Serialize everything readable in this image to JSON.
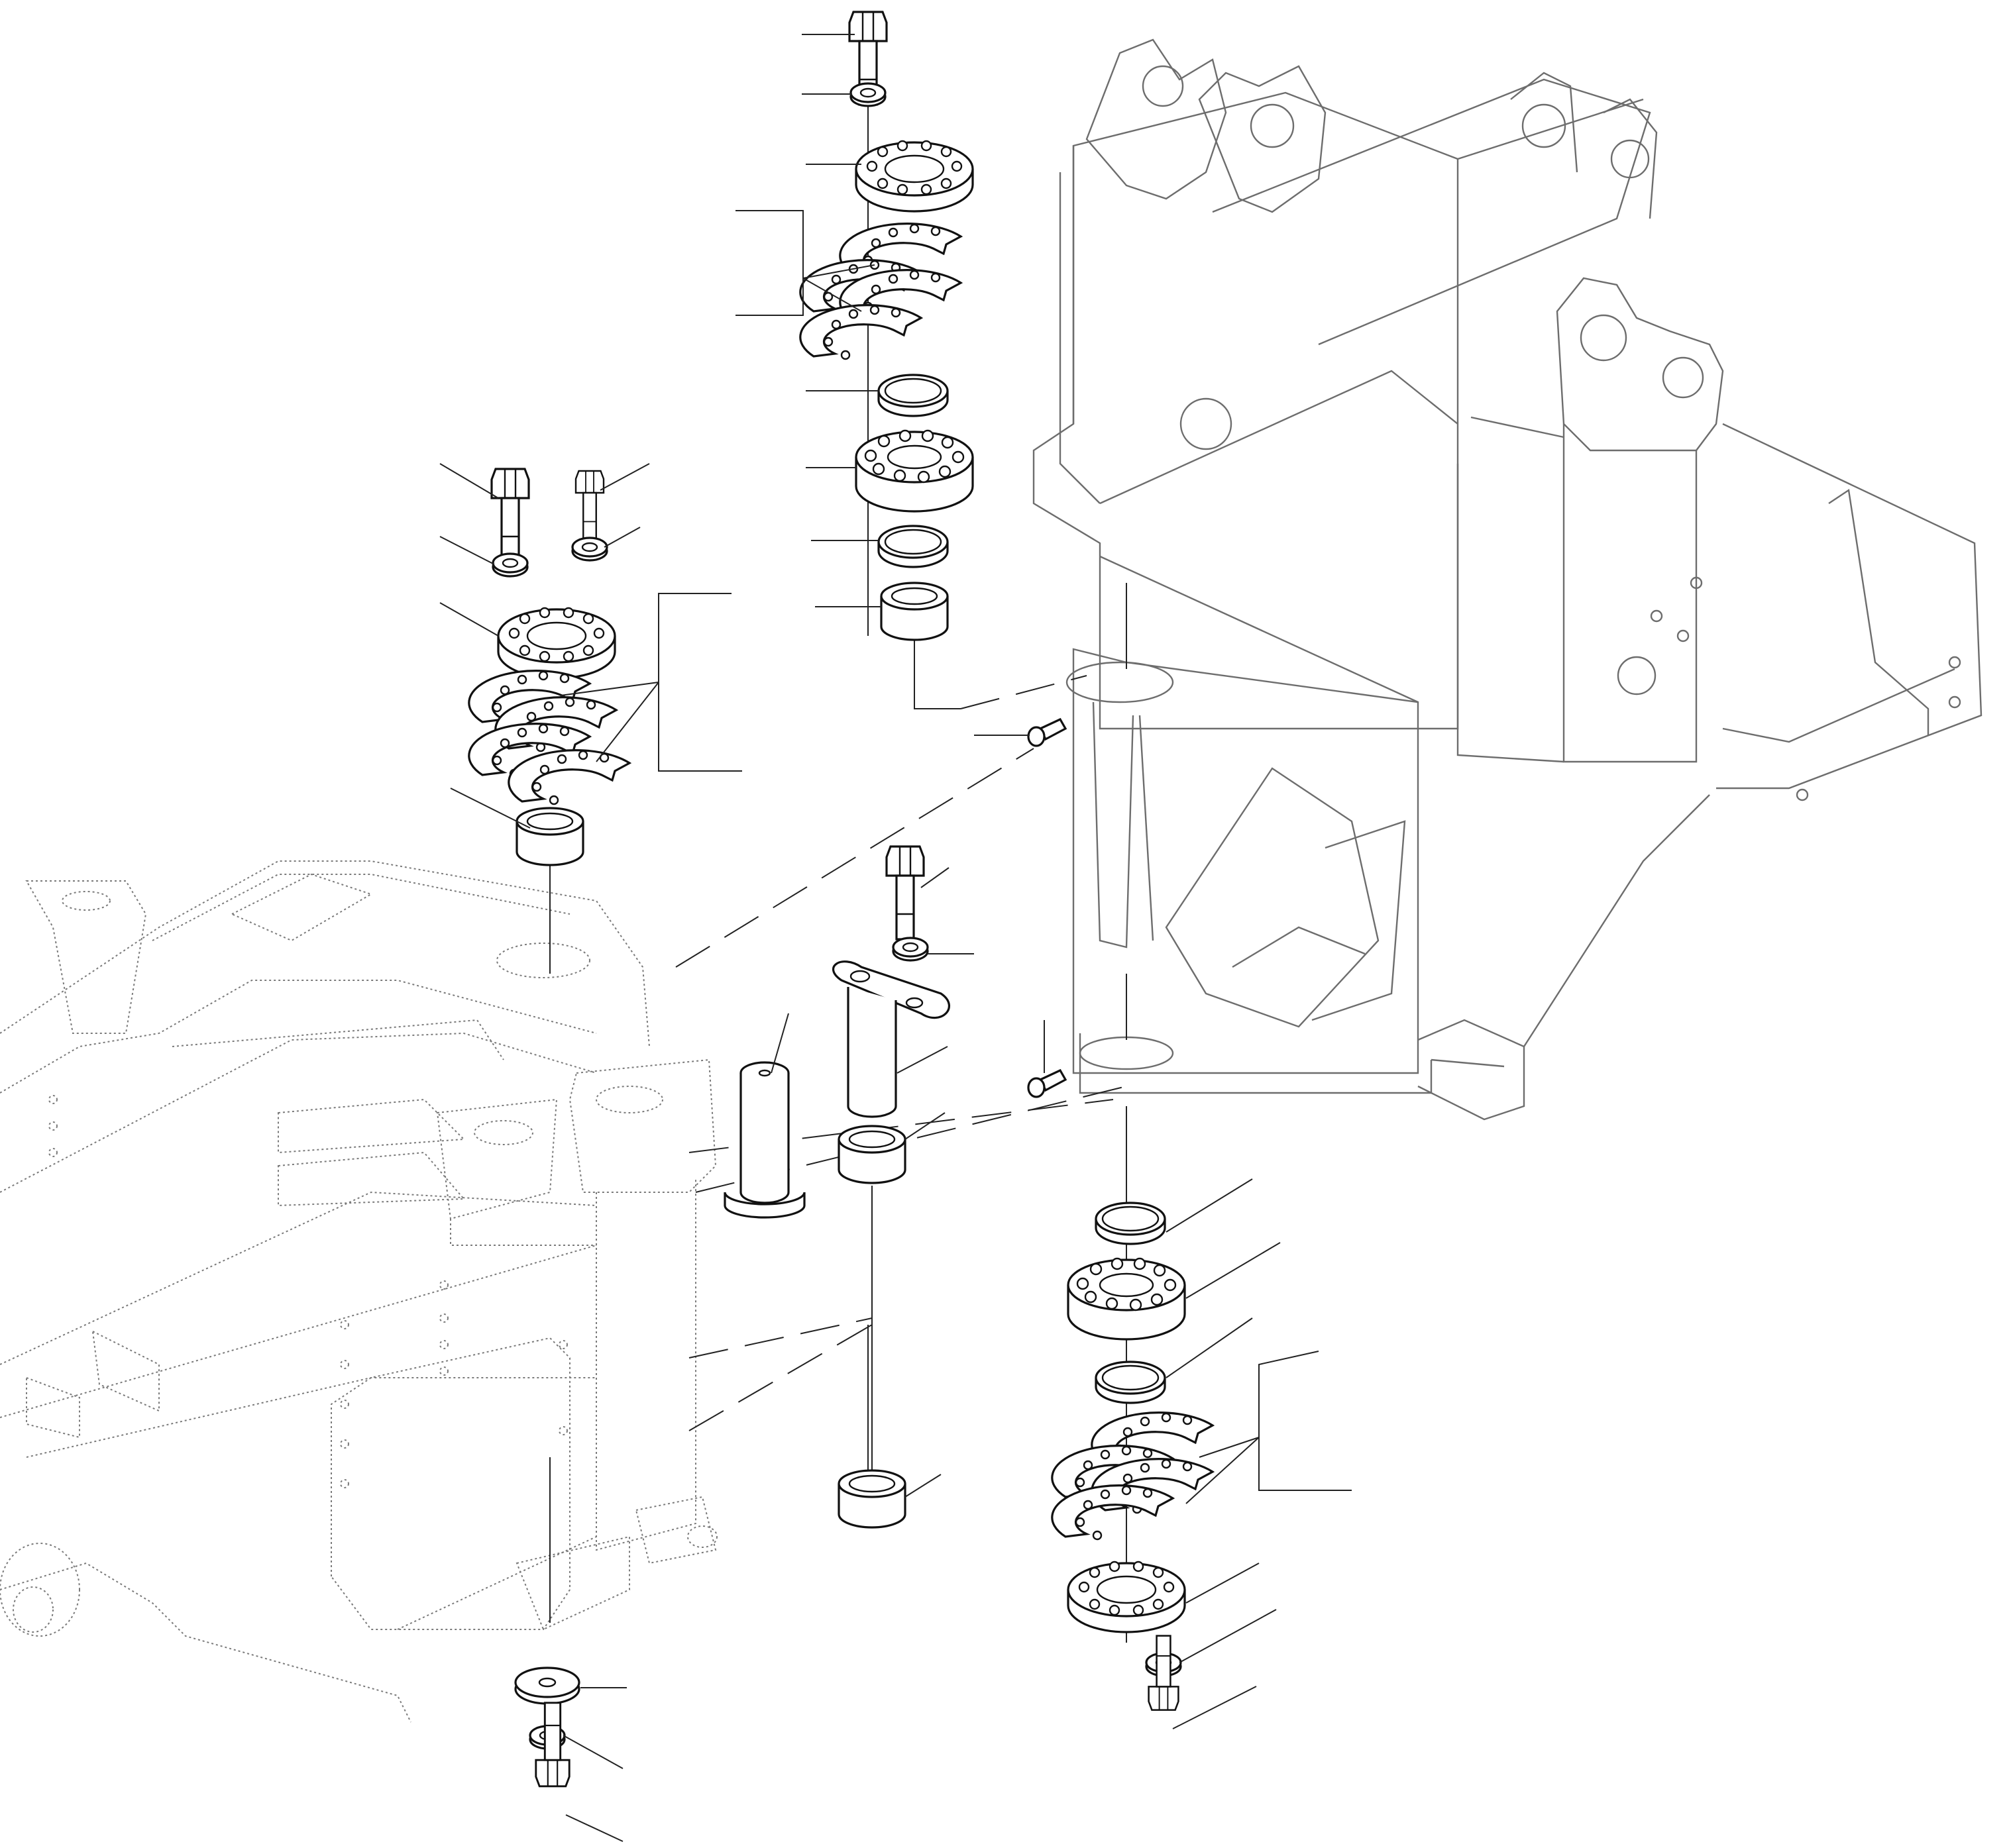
{
  "figure": {
    "type": "exploded parts diagram",
    "colors": {
      "line": "#111111",
      "frame": "#6d6d6d",
      "background": "#ffffff"
    },
    "text_labels": []
  },
  "assemblies": [
    {
      "name": "upper-pivot-stack",
      "parts": [
        "bolt",
        "washer",
        "retainer-plate",
        "shim-set",
        "seal-ring",
        "bearing",
        "seal-ring",
        "bushing"
      ]
    },
    {
      "name": "left-pivot-stack",
      "parts": [
        "bolt",
        "washer",
        "bolt",
        "washer",
        "retainer-plate",
        "shim-set",
        "bushing"
      ]
    },
    {
      "name": "center-pin-group",
      "parts": [
        "bolt",
        "washer",
        "pin-with-plate",
        "pin",
        "bushing",
        "bushing",
        "grease-fitting",
        "grease-fitting"
      ]
    },
    {
      "name": "lower-pivot-stack",
      "parts": [
        "seal-ring",
        "bearing",
        "seal-ring",
        "shim-set",
        "retainer-plate",
        "washer",
        "bolt"
      ]
    },
    {
      "name": "bottom-fastener-stack",
      "parts": [
        "plate-washer",
        "washer",
        "bolt"
      ]
    }
  ]
}
